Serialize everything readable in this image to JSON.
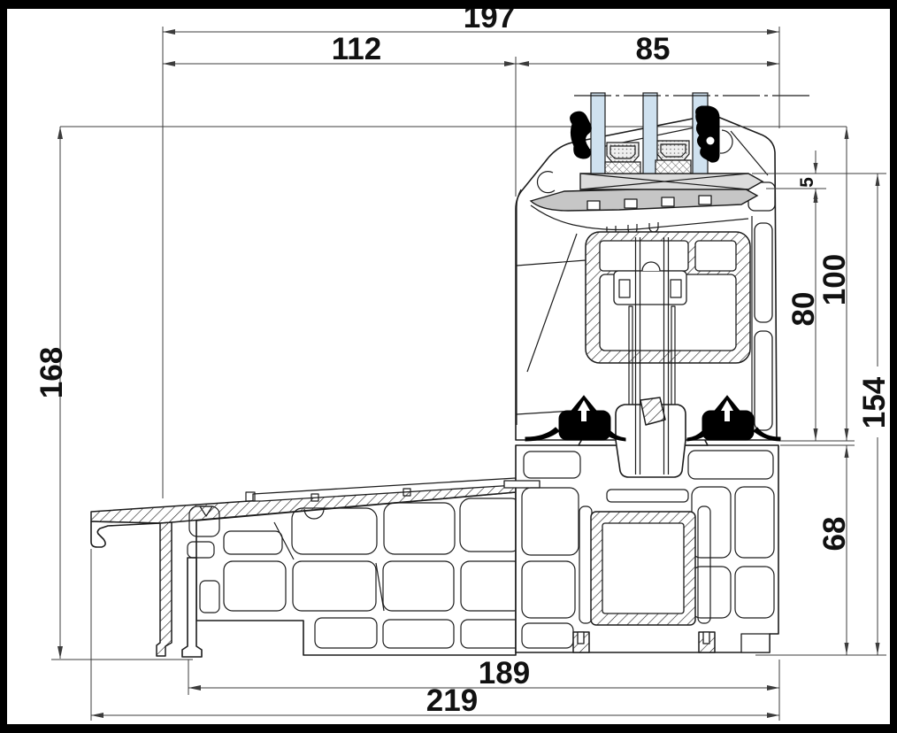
{
  "drawing": {
    "kind": "window-profile-cross-section"
  },
  "dimensions": {
    "d197": "197",
    "d112": "112",
    "d85": "85",
    "d168": "168",
    "d5": "5",
    "d80": "80",
    "d100": "100",
    "d154": "154",
    "d68": "68",
    "d189": "189",
    "d219": "219"
  },
  "colors": {
    "bg": "#ffffff",
    "border": "#000000",
    "line": "#1c1c1c",
    "dim": "#3c3c3c",
    "text": "#111111",
    "glass": "#cfe1ef",
    "platform": "#dbdbdb",
    "clamp": "#c6c6c6",
    "gasket": "#000000"
  }
}
